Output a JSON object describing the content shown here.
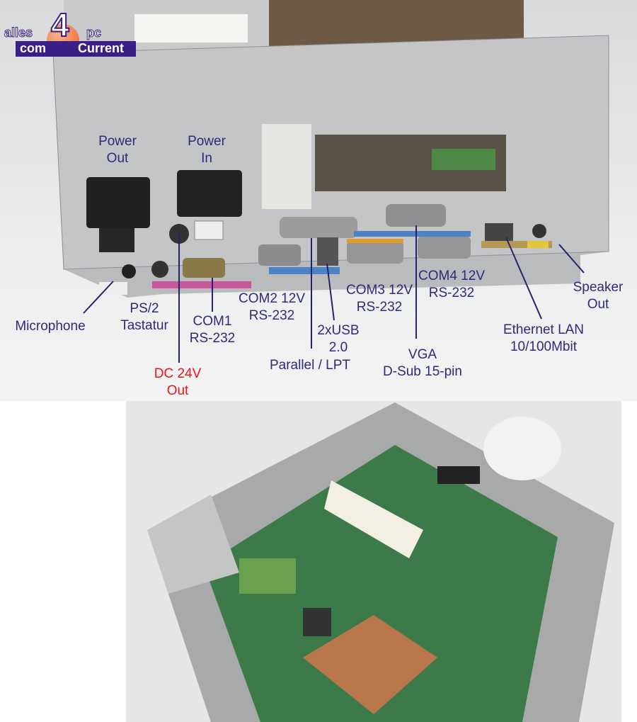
{
  "logo": {
    "line1_left": "alles",
    "number": "4",
    "line1_right": "pc",
    "line2_left": "com",
    "line2_right": "Current"
  },
  "labels": {
    "power_out": [
      "Power",
      "Out"
    ],
    "power_in": [
      "Power",
      "In"
    ],
    "microphone": [
      "Microphone"
    ],
    "ps2": [
      "PS/2",
      "Tastatur"
    ],
    "com1": [
      "COM1",
      "RS-232"
    ],
    "com2": [
      "COM2 12V",
      "RS-232"
    ],
    "usb": [
      "2xUSB",
      "2.0"
    ],
    "parallel": [
      "Parallel / LPT"
    ],
    "com3": [
      "COM3 12V",
      "RS-232"
    ],
    "com4": [
      "COM4 12V",
      "RS-232"
    ],
    "vga": [
      "VGA",
      "D-Sub 15-pin"
    ],
    "ethernet": [
      "Ethernet LAN",
      "10/100Mbit"
    ],
    "speaker": [
      "Speaker",
      "Out"
    ],
    "dc24v": [
      "DC 24V",
      "Out"
    ]
  },
  "colors": {
    "label": "#2b2b7e",
    "warning": "#e8141b",
    "logo_purple": "#3a1f86",
    "logo_orange": "#e8642c"
  }
}
